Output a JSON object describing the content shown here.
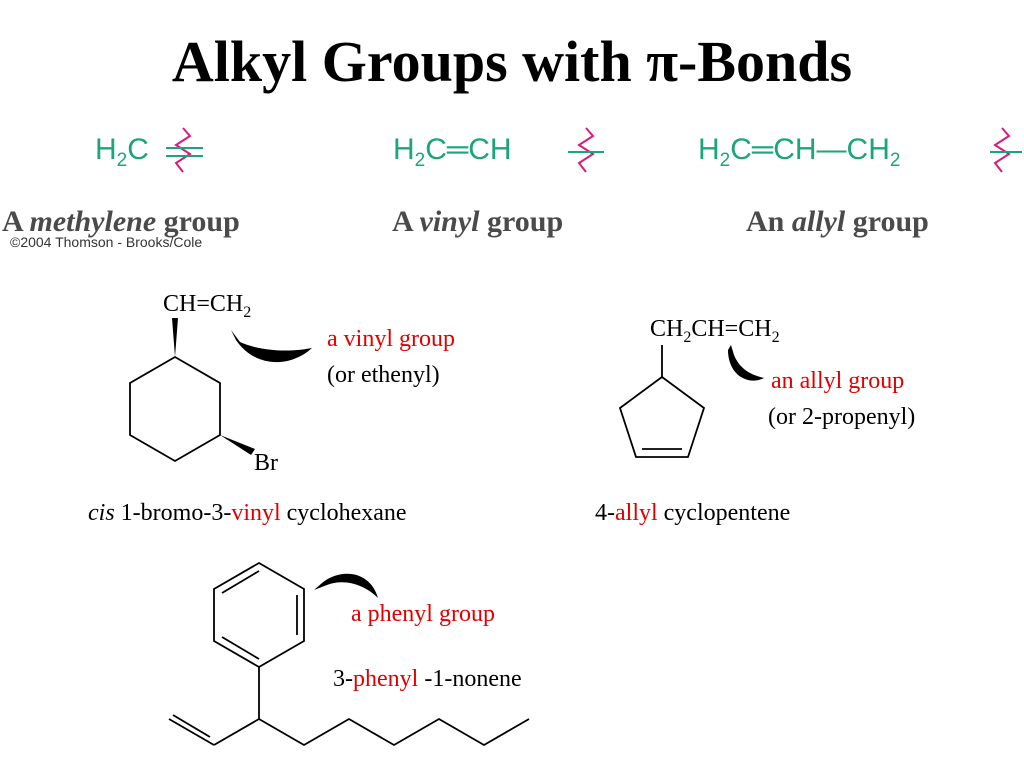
{
  "title": "Alkyl Groups with π-Bonds",
  "header_structures": {
    "methylene": {
      "formula": [
        "H",
        "2",
        "C"
      ],
      "caption": {
        "pre": "A ",
        "italic": "methylene",
        "post": " group"
      }
    },
    "vinyl": {
      "formula": [
        "H",
        "2",
        "C",
        "═",
        "CH"
      ],
      "caption": {
        "pre": "A ",
        "italic": "vinyl",
        "post": " group"
      }
    },
    "allyl": {
      "formula": [
        "H",
        "2",
        "C",
        "═",
        "CH",
        "—",
        "CH",
        "2"
      ],
      "caption": {
        "pre": "An ",
        "italic": "allyl",
        "post": " group"
      }
    }
  },
  "copyright": "©2004 Thomson - Brooks/Cole",
  "molecule1": {
    "substituent": [
      "CH=CH",
      "2"
    ],
    "halogen": "Br",
    "label": "a vinyl group",
    "label_alt": "(or ethenyl)",
    "name": {
      "italic": "cis",
      "pre": " 1-bromo-3-",
      "highlight": "vinyl",
      "post": " cyclohexane"
    }
  },
  "molecule2": {
    "substituent": [
      "CH",
      "2",
      "CH=CH",
      "2"
    ],
    "label": "an allyl group",
    "label_alt": "(or 2-propenyl)",
    "name": {
      "pre": "4-",
      "highlight": "allyl",
      "post": " cyclopentene"
    }
  },
  "molecule3": {
    "label": "a phenyl group",
    "name": {
      "pre": "3-",
      "highlight": "phenyl",
      "post": " -1-nonene"
    }
  },
  "colors": {
    "formula_green": "#1aa57a",
    "bond_wavy": "#d81b7a",
    "highlight_red": "#e00000"
  }
}
